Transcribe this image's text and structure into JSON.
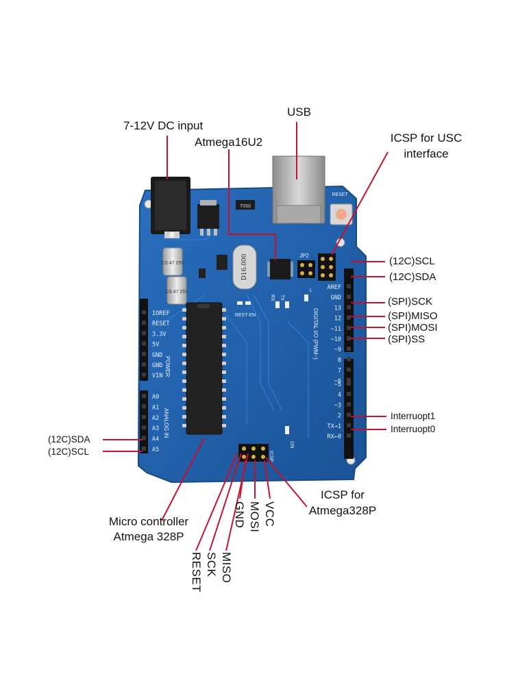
{
  "callouts": {
    "dc_input": "7-12V DC input",
    "usb": "USB",
    "atmega16u2": "Atmega16U2",
    "icsp_usb_line1": "ICSP for USC",
    "icsp_usb_line2": "interface",
    "i2c_scl_right": "(12C)SCL",
    "i2c_sda_right": "(12C)SDA",
    "spi_sck": "(SPI)SCK",
    "spi_miso": "(SPI)MISO",
    "spi_mosi": "(SPI)MOSI",
    "spi_ss": "(SPI)SS",
    "interrupt1": "Interruopt1",
    "interrupt0": "Interruopt0",
    "i2c_sda_left": "(12C)SDA",
    "i2c_scl_left": "(12C)SCL",
    "mcu_line1": "Micro controller",
    "mcu_line2": "Atmega 328P",
    "icsp_328_line1": "ICSP for",
    "icsp_328_line2": "Atmega328P",
    "icsp_vcc": "VCC",
    "icsp_mosi": "MOSI",
    "icsp_gnd": "GND",
    "icsp_miso": "MISO",
    "icsp_sck": "SCK",
    "icsp_reset": "RESET"
  },
  "board": {
    "reset_label": "RESET",
    "crystal_label": "D16.000",
    "cap_label_1": "CS 47 25V",
    "cap_label_2": "CS 47 25V",
    "chip_label": "T050",
    "jp2_label": "JP2",
    "rest_en_label": "REST-EN",
    "rx_label": "RX",
    "tx_label": "TX",
    "l_label": "L",
    "on_label": "ON",
    "power_label": "POWER",
    "analog_label": "ANALOG IN",
    "digital_label": "DIGITAL I/O (PWM~)",
    "icsp_label": "ICSP",
    "power_pins": [
      "IOREF",
      "RESET",
      "3.3V",
      "5V",
      "GND",
      "GND",
      "VIN"
    ],
    "analog_pins": [
      "A0",
      "A1",
      "A2",
      "A3",
      "A4",
      "A5"
    ],
    "digital_pins": [
      "AREF",
      "GND",
      "13",
      "12",
      "~11",
      "~10",
      "~9",
      "8",
      "7",
      "~6",
      "~5",
      "4",
      "~3",
      "2",
      "TX→1",
      "RX←0"
    ],
    "colors": {
      "board": "#1f5fa8",
      "board_edge": "#174f8f",
      "callout_line": "#c8102e"
    }
  }
}
